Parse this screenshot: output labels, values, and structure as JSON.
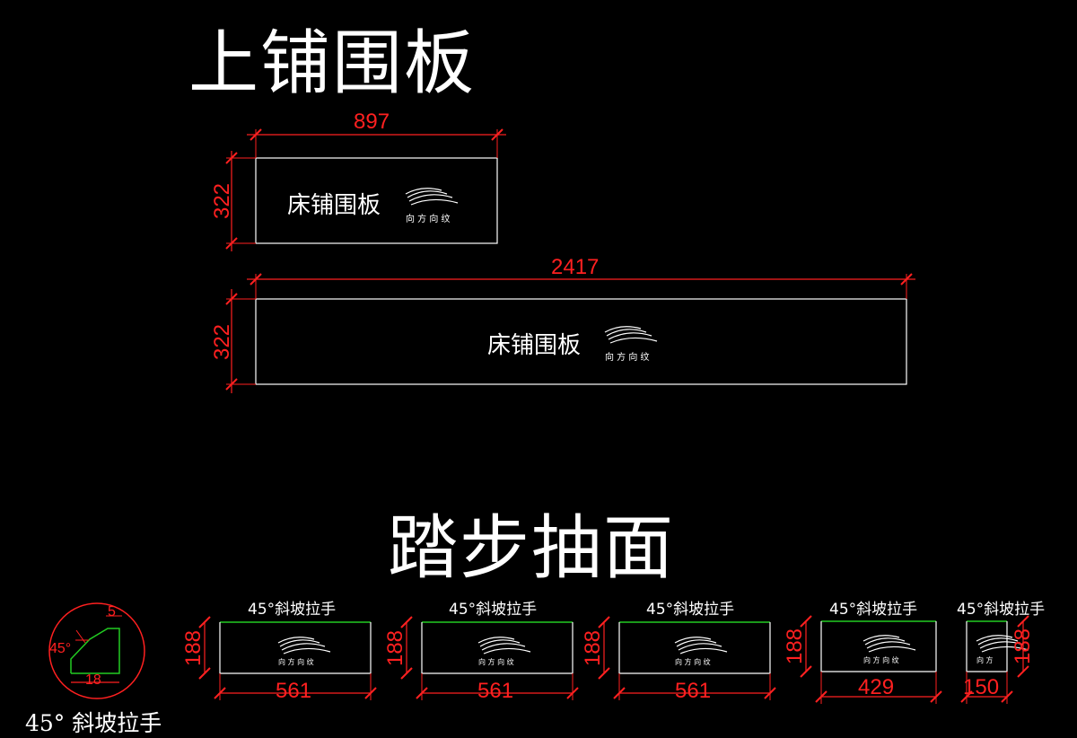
{
  "titles": {
    "top": "上铺围板",
    "bottom": "踏步抽面"
  },
  "panels": {
    "panel1": {
      "label": "床铺围板",
      "width": "897",
      "height": "322"
    },
    "panel2": {
      "label": "床铺围板",
      "width": "2417",
      "height": "322"
    }
  },
  "drawers": [
    {
      "label": "45°斜坡拉手",
      "width": "561",
      "height": "188"
    },
    {
      "label": "45°斜坡拉手",
      "width": "561",
      "height": "188"
    },
    {
      "label": "45°斜坡拉手",
      "width": "561",
      "height": "188"
    },
    {
      "label": "45°斜坡拉手",
      "width": "429",
      "height": "188"
    },
    {
      "label": "45°斜坡拉手",
      "width": "150",
      "height": "188"
    }
  ],
  "handle_detail": {
    "angle": "45°",
    "top_dim": "5",
    "bottom_dim": "18",
    "caption": "45° 斜坡拉手"
  },
  "colors": {
    "background": "#000000",
    "outline": "#ffffff",
    "dimension": "#ff2020",
    "drawer_top_edge": "#22cc22"
  }
}
